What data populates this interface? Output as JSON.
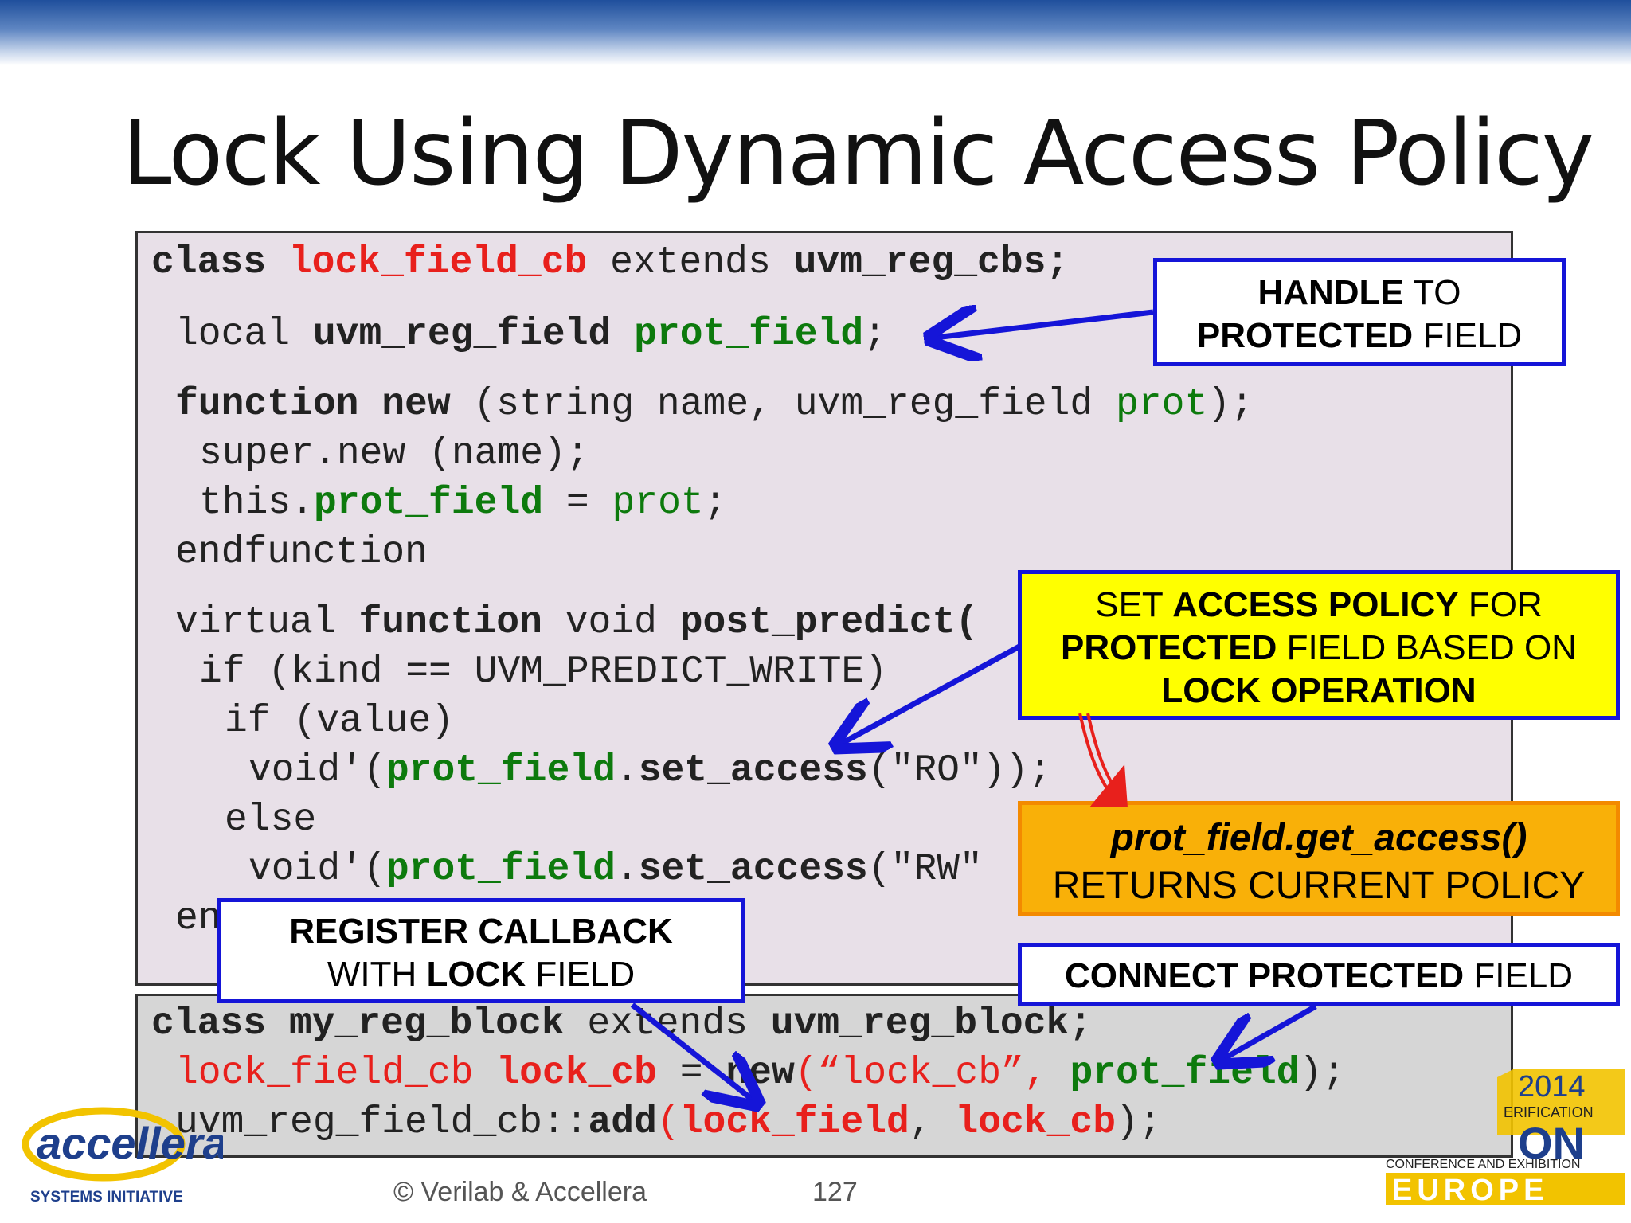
{
  "slide": {
    "title": "Lock Using Dynamic Access Policy",
    "footer_copyright": "© Verilab & Accellera",
    "page_number": "127"
  },
  "code1": {
    "l1": [
      "class",
      "lock_field_cb",
      "extends",
      "uvm_reg_cbs;"
    ],
    "l2": [
      "local",
      "uvm_reg_field",
      "prot_field",
      ";"
    ],
    "l3": [
      "function",
      "new",
      "(string name, uvm_reg_field",
      "prot",
      ");"
    ],
    "l4": "super.new (name);",
    "l5": [
      "this.",
      "prot_field",
      " = ",
      "prot",
      ";"
    ],
    "l6": "endfunction",
    "l7": [
      "virtual",
      "function",
      "void",
      "post_predict("
    ],
    "l8": "if (kind == UVM_PREDICT_WRITE)",
    "l9": "if (value)",
    "l10": [
      "void'(",
      "prot_field",
      ".",
      "set_access",
      "(\"RO\"));"
    ],
    "l11": "else",
    "l12": [
      "void'(",
      "prot_field",
      ".",
      "set_access",
      "(\"RW\""
    ],
    "l13": "en"
  },
  "code2": {
    "l1": [
      "class",
      "my_reg_block",
      "extends",
      "uvm_reg_block;"
    ],
    "l2": [
      "lock_field_cb",
      "lock_cb",
      "=",
      "new",
      "(“lock_cb”,",
      "prot_field",
      ");"
    ],
    "l3": [
      "uvm_reg_field_cb::",
      "add",
      "(",
      "lock_field",
      ",",
      "lock_cb",
      ");"
    ]
  },
  "callouts": {
    "handle": {
      "a": "HANDLE",
      "b": " TO",
      "c": "PROTECTED",
      "d": " FIELD"
    },
    "set_access": {
      "a": "SET ",
      "b": "ACCESS POLICY",
      "c": " FOR",
      "d": "PROTECTED",
      "e": " FIELD BASED ON",
      "f": "LOCK OPERATION"
    },
    "get_access": {
      "a": "prot_field.get_access()",
      "b": "RETURNS CURRENT POLICY"
    },
    "register": {
      "a": "REGISTER CALLBACK",
      "b": "WITH ",
      "c": "LOCK",
      "d": " FIELD"
    },
    "connect": {
      "a": "CONNECT PROTECTED",
      "b": " FIELD"
    }
  },
  "logos": {
    "left_text": "accellera",
    "left_sub": "SYSTEMS INITIATIVE",
    "right_year": "2014",
    "right_line1": "ERIFICATION",
    "right_big": "ON",
    "right_line2": "CONFERENCE AND EXHIBITION",
    "right_line3": "EUROPE"
  },
  "colors": {
    "keyword_red": "#e8201c",
    "keyword_green": "#0d7a0d",
    "callout_border": "#1515d8",
    "yellow": "#ffff00",
    "orange": "#f9b008"
  }
}
